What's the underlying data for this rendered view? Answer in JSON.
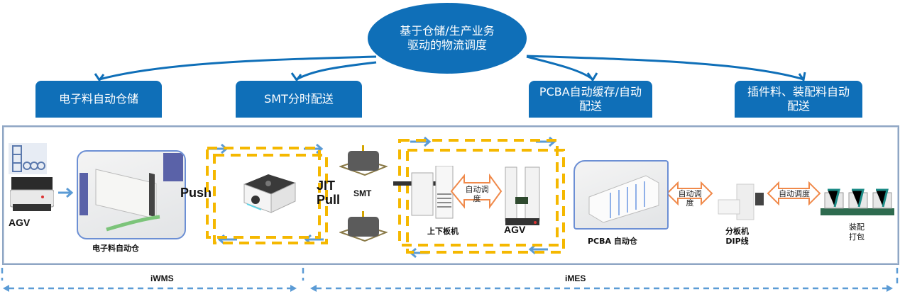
{
  "center_node": {
    "text": "基于仓储/生产业务驱动的物流调度"
  },
  "categories": [
    {
      "label": "电子料自动仓储"
    },
    {
      "label": "SMT分时配送"
    },
    {
      "label": "PCBA自动缓存/自动配送"
    },
    {
      "label": "插件料、装配料自动配送"
    }
  ],
  "equipment": {
    "agv_left": "AGV",
    "warehouse": "电子料自动仓",
    "push": "Push",
    "jit_pull": "JIT Pull",
    "smt": "SMT",
    "loader": "上下板机",
    "agv_right": "AGV",
    "pcba_warehouse": "PCBA 自动仓",
    "depanel": "分板机",
    "dip": "DIP线",
    "assembly": "装配",
    "packing": "打包"
  },
  "schedule_arrows": [
    {
      "label": "自动调度"
    },
    {
      "label": "自动调度"
    },
    {
      "label": "自动调度"
    }
  ],
  "systems": [
    {
      "label": "iWMS"
    },
    {
      "label": "iMES"
    }
  ],
  "colors": {
    "primary_blue": "#0F6FB8",
    "loop_yellow": "#F5B800",
    "flow_arrow_blue": "#5B9BD5",
    "schedule_orange": "#F08A4B",
    "frame_border": "#8FA6C4"
  }
}
